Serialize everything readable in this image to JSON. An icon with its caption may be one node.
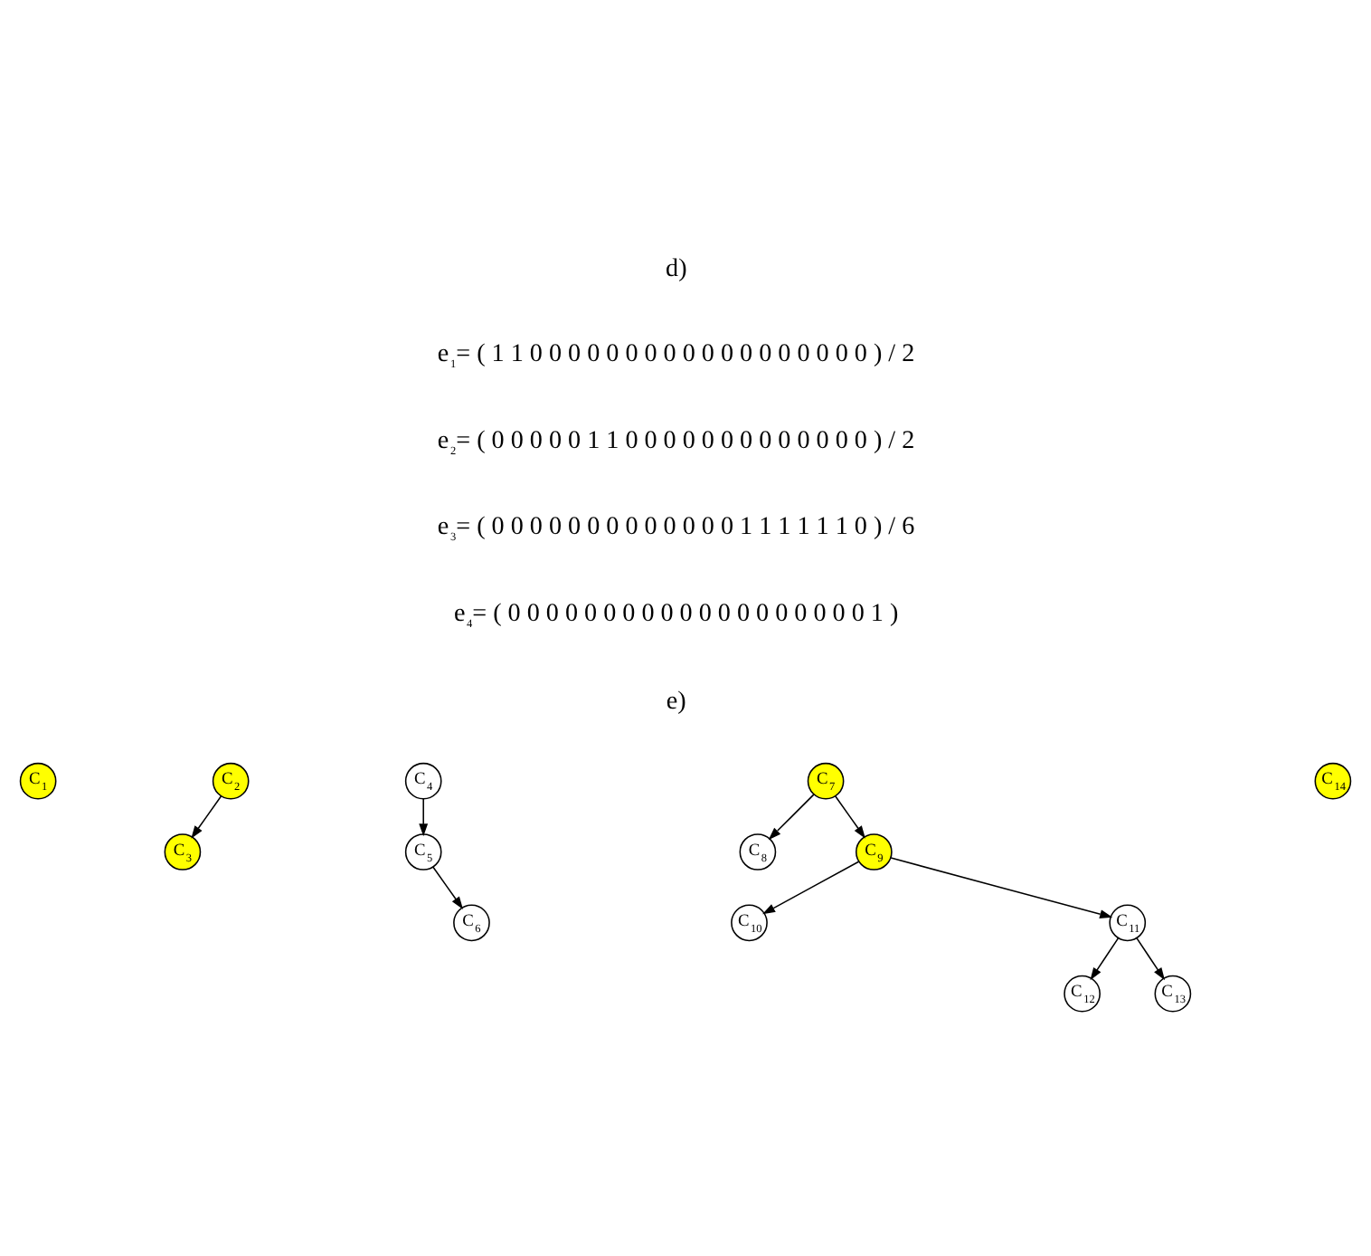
{
  "diagram": {
    "nodes": [
      {
        "text": [
          "C$_{1}$"
        ]
      },
      {
        "text": [
          "C$_{2}$"
        ]
      },
      {
        "text": [
          "C$_{3}$"
        ]
      },
      {
        "text": [
          "C$_{4}$"
        ]
      },
      {
        "text": [
          "C$_{5}$"
        ]
      },
      {
        "text": [
          "C$_{6}$"
        ]
      },
      {
        "text": [
          "C$_{7}$"
        ]
      },
      {
        "text": [
          "C$_{8}$"
        ]
      },
      {
        "text": [
          "C$_{9}$"
        ]
      },
      {
        "text": [
          "C$_{10}$"
        ]
      },
      {
        "text": [
          "C$_{11}$"
        ]
      },
      {
        "text": [
          "C$_{12}$"
        ]
      },
      {
        "text": [
          "C$_{13}$"
        ]
      },
      {
        "text": [
          "C$_{14}$"
        ]
      }
    ],
    "edges": [
      {
        "from": 1,
        "to": 2,
        "arrow": "to"
      },
      {
        "from": 3,
        "to": 4,
        "arrow": "to"
      },
      {
        "from": 4,
        "to": 5,
        "arrow": "to"
      },
      {
        "from": 6,
        "to": 7,
        "arrow": "to"
      },
      {
        "from": 6,
        "to": 8,
        "arrow": "to"
      },
      {
        "from": 8,
        "to": 9,
        "arrow": "to"
      },
      {
        "from": 8,
        "to": 10,
        "arrow": "to"
      },
      {
        "from": 10,
        "to": 11,
        "arrow": "to"
      },
      {
        "from": 10,
        "to": 12,
        "arrow": "to"
      }
    ],
    "labels": [
      "d)",
      "e$_{1}$= ( 1 1 0 0 0 0 0 0 0 0 0 0 0 0 0 0 0 0 0 0 ) / 2",
      "e$_{2}$= ( 0 0 0 0 0 1 1 0 0 0 0 0 0 0 0 0 0 0 0 0 ) / 2",
      "e$_{3}$= ( 0 0 0 0 0 0 0 0 0 0 0 0 0 1 1 1 1 1 1 0 ) / 6",
      "e$_{4}$= ( 0 0 0 0 0 0 0 0 0 0 0 0 0 0 0 0 0 0 0 1 )",
      "e)"
    ]
  }
}
